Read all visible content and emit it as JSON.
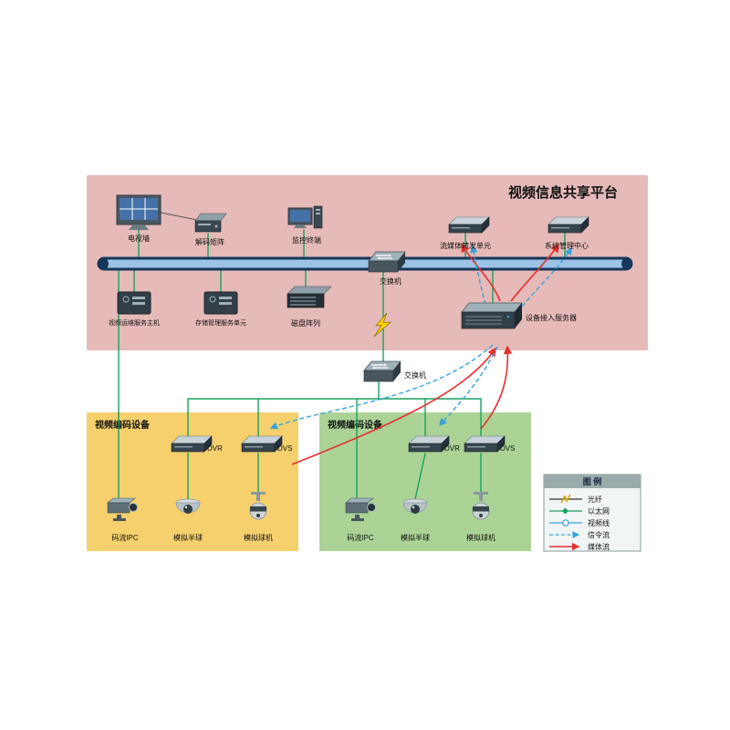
{
  "title": "视频信息共享平台",
  "zones": {
    "platform": {
      "label": "视频信息共享平台"
    },
    "encoders_left": {
      "label": "视频编码设备"
    },
    "encoders_right": {
      "label": "视频编码设备"
    }
  },
  "devices": {
    "tv_wall": "电视墙",
    "decoder_matrix": "解码矩阵",
    "monitor_terminal": "监控终端",
    "switch_top": "交换机",
    "stream_unit": "流媒体转发单元",
    "mgmt_center": "系统管理中心",
    "ops_host": "视频运维服务主机",
    "storage_unit": "存储管理服务单元",
    "disk_array": "磁盘阵列",
    "access_server": "设备接入服务器",
    "switch_bottom": "交换机",
    "left": {
      "dvr": "DVR",
      "dvs": "DVS",
      "ipc": "码流IPC",
      "dome": "模拟半球",
      "ball": "模拟球机"
    },
    "right": {
      "dvr": "DVR",
      "dvs": "DVS",
      "ipc": "码流IPC",
      "dome": "模拟半球",
      "ball": "模拟球机"
    }
  },
  "legend": {
    "title": "图 例",
    "items": [
      {
        "label": "光纤"
      },
      {
        "label": "以太网"
      },
      {
        "label": "视频线"
      },
      {
        "label": "信令流"
      },
      {
        "label": "媒体流"
      }
    ]
  },
  "colors": {
    "platform_zone": "#e6bab8",
    "encoder_zone_left": "#f5d06d",
    "encoder_zone_right": "#abd396",
    "ethernet": "#19a15f",
    "video_line": "#35a3dc",
    "signal_flow": "#35a3dc",
    "media_flow": "#e53030",
    "fiber": "#333333",
    "bus_fill": "#9cc3e5",
    "bus_stroke": "#16365c",
    "legend_header": "#9baaaa"
  }
}
